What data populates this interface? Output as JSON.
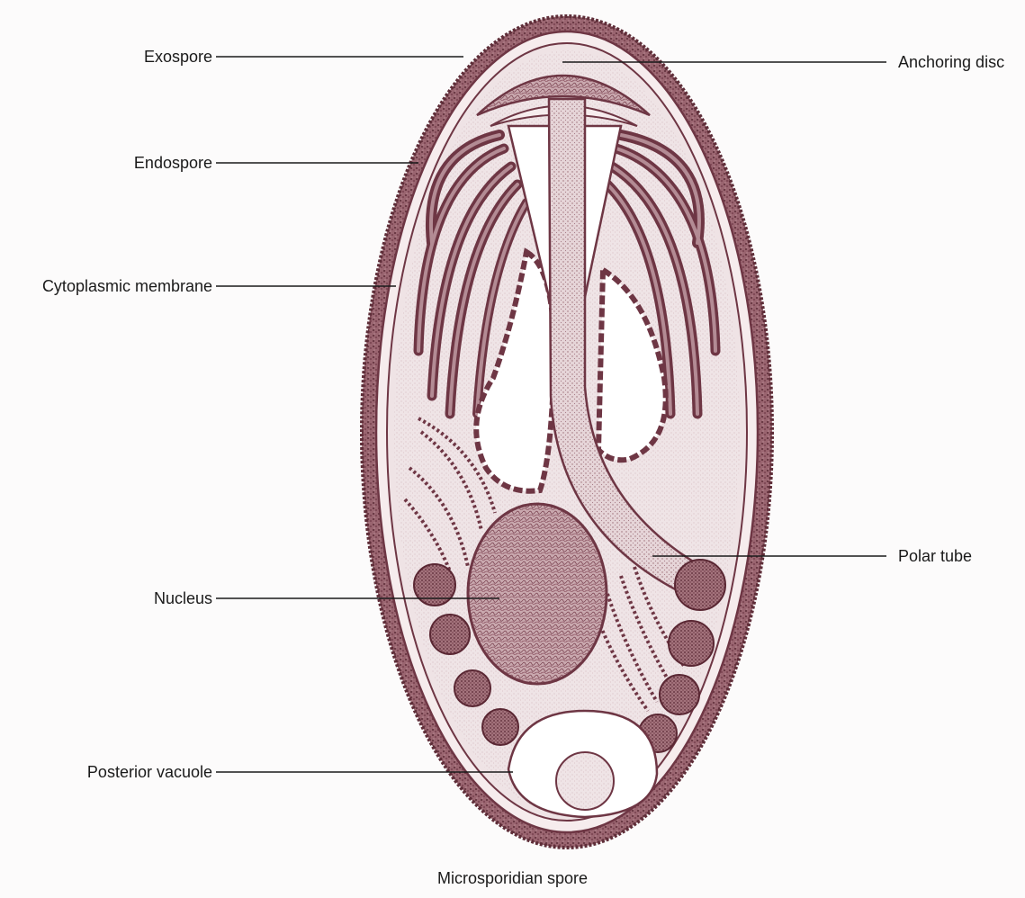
{
  "diagram": {
    "caption": "Microsporidian spore",
    "labels": {
      "exospore": "Exospore",
      "endospore": "Endospore",
      "cytoplasmic_membrane": "Cytoplasmic membrane",
      "nucleus": "Nucleus",
      "posterior_vacuole": "Posterior vacuole",
      "anchoring_disc": "Anchoring disc",
      "polar_tube": "Polar tube"
    }
  }
}
